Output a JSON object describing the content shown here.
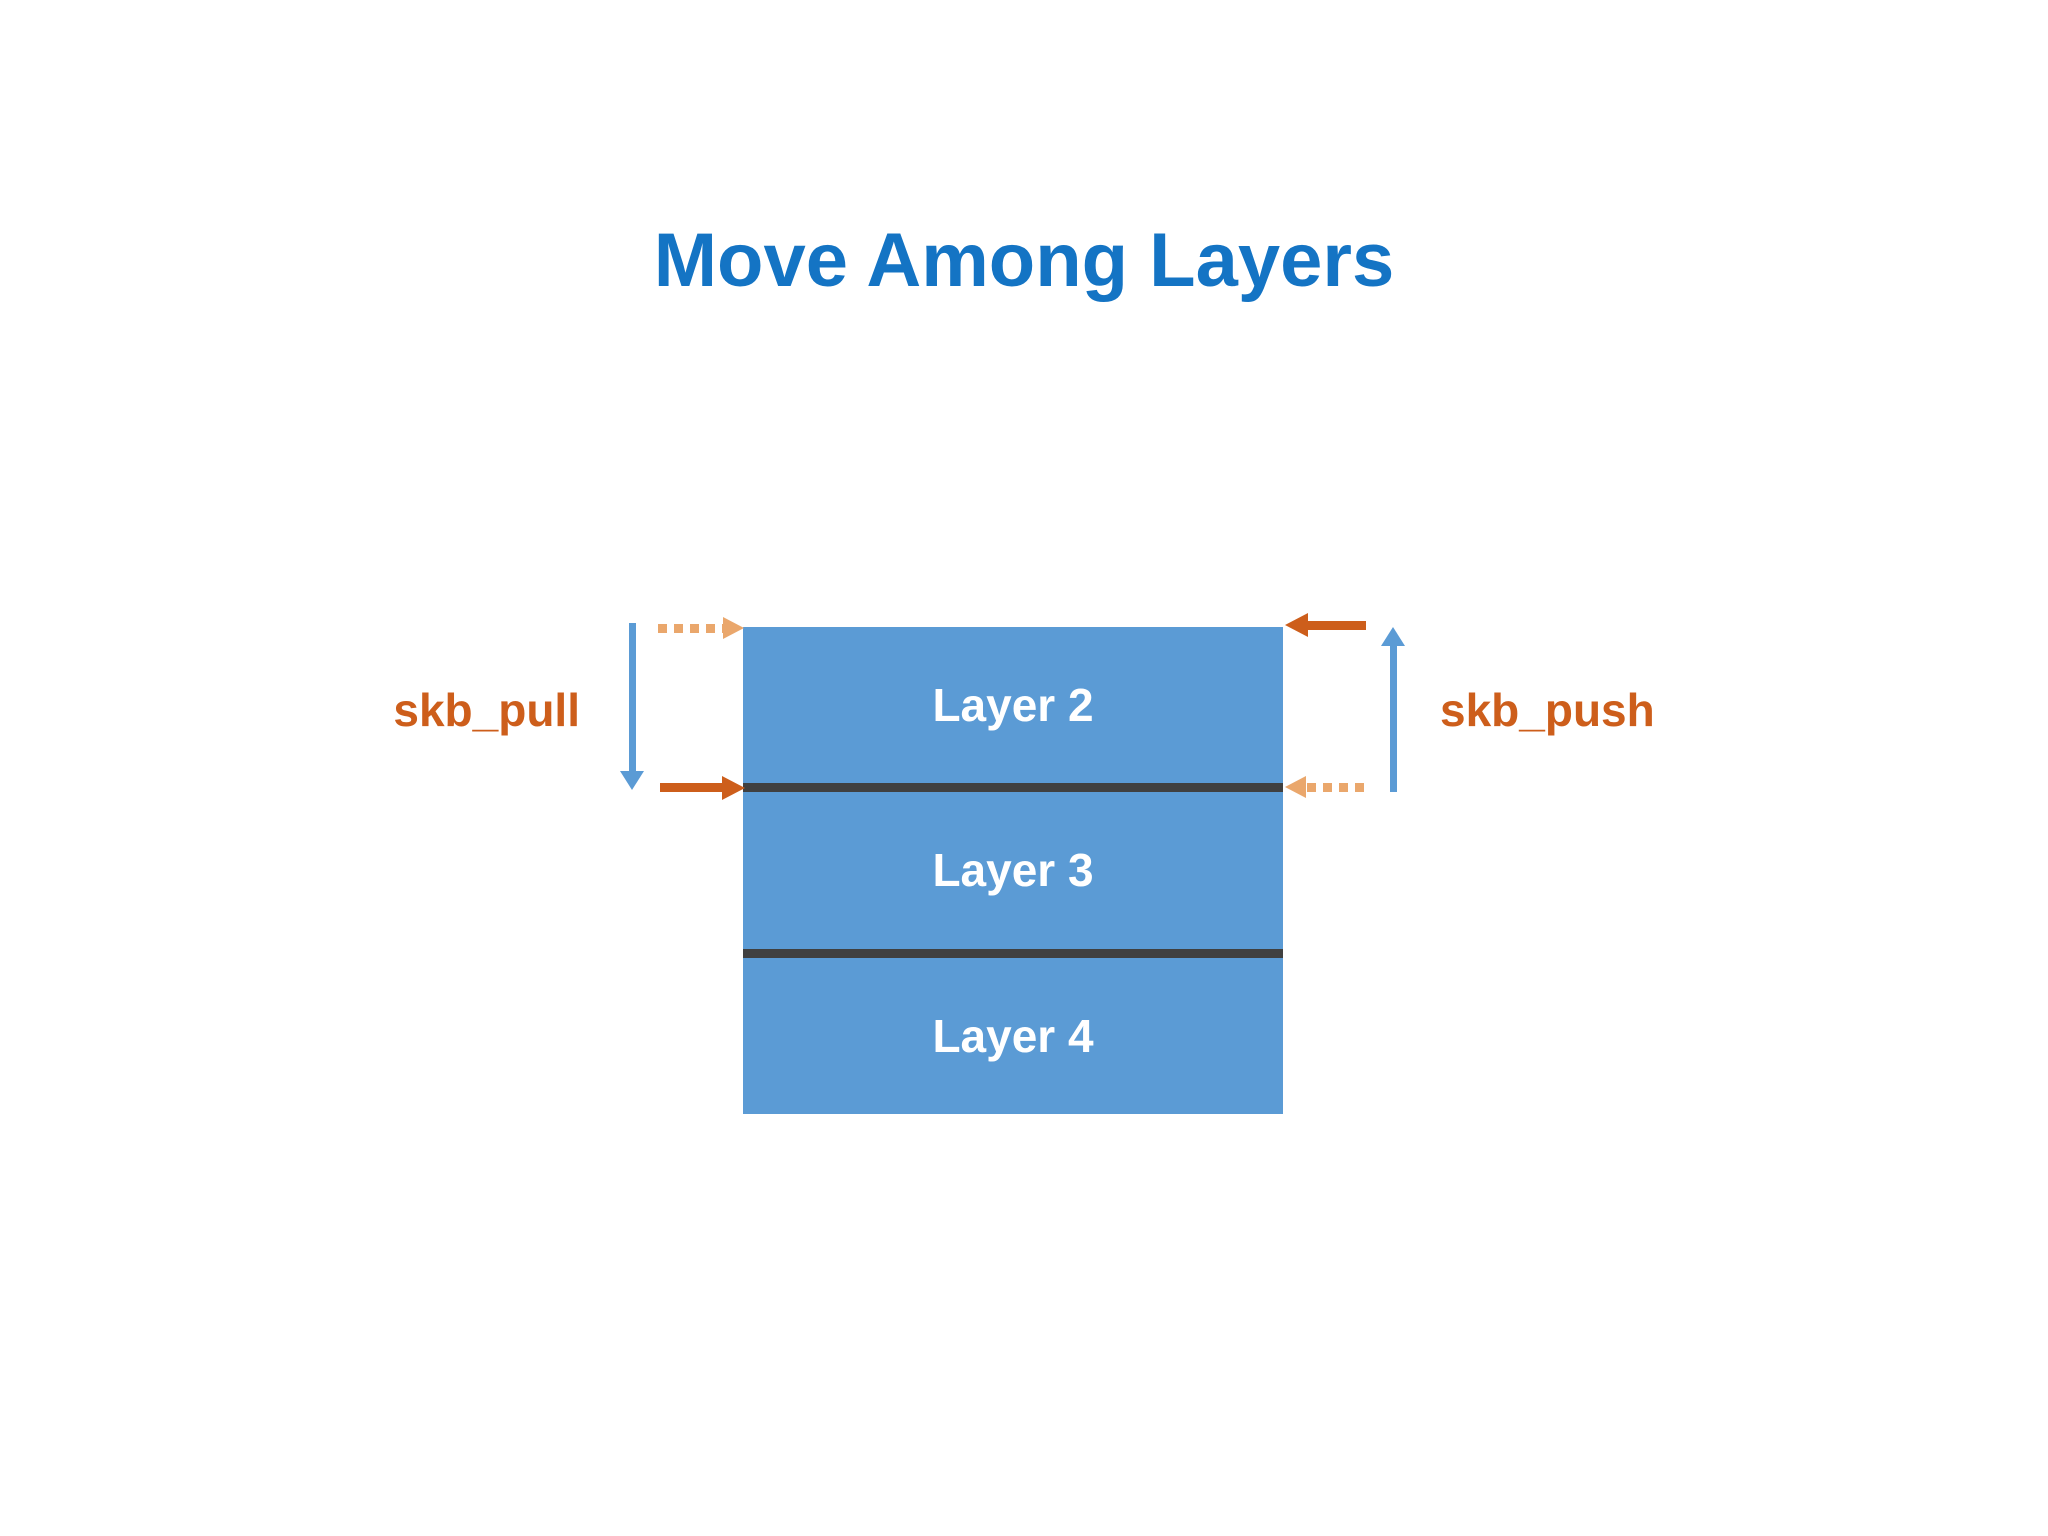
{
  "title": "Move Among Layers",
  "stack": {
    "layers": [
      {
        "label": "Layer 2"
      },
      {
        "label": "Layer 3"
      },
      {
        "label": "Layer 4"
      }
    ]
  },
  "annotations": {
    "left": {
      "label": "skb_pull",
      "direction": "down"
    },
    "right": {
      "label": "skb_push",
      "direction": "up"
    }
  },
  "icons": {
    "left_top_dotted_arrow": "dotted-arrow-pointing-right-to-layer2-top",
    "left_blue_arrow": "blue-arrow-pointing-down",
    "left_bottom_solid_arrow": "solid-arrow-pointing-right-to-layer2-layer3-boundary",
    "right_top_solid_arrow": "solid-arrow-pointing-left-to-layer2-top",
    "right_blue_arrow": "blue-arrow-pointing-up",
    "right_bottom_dotted_arrow": "dotted-arrow-pointing-left-to-layer2-layer3-boundary"
  },
  "colors": {
    "title": "#1474c4",
    "layer_fill": "#5b9bd5",
    "layer_divider": "#404040",
    "layer_text": "#ffffff",
    "arrow_blue": "#5b9bd5",
    "orange": "#cd5e1b",
    "orange_light": "#eaa76c",
    "background": "#ffffff"
  }
}
